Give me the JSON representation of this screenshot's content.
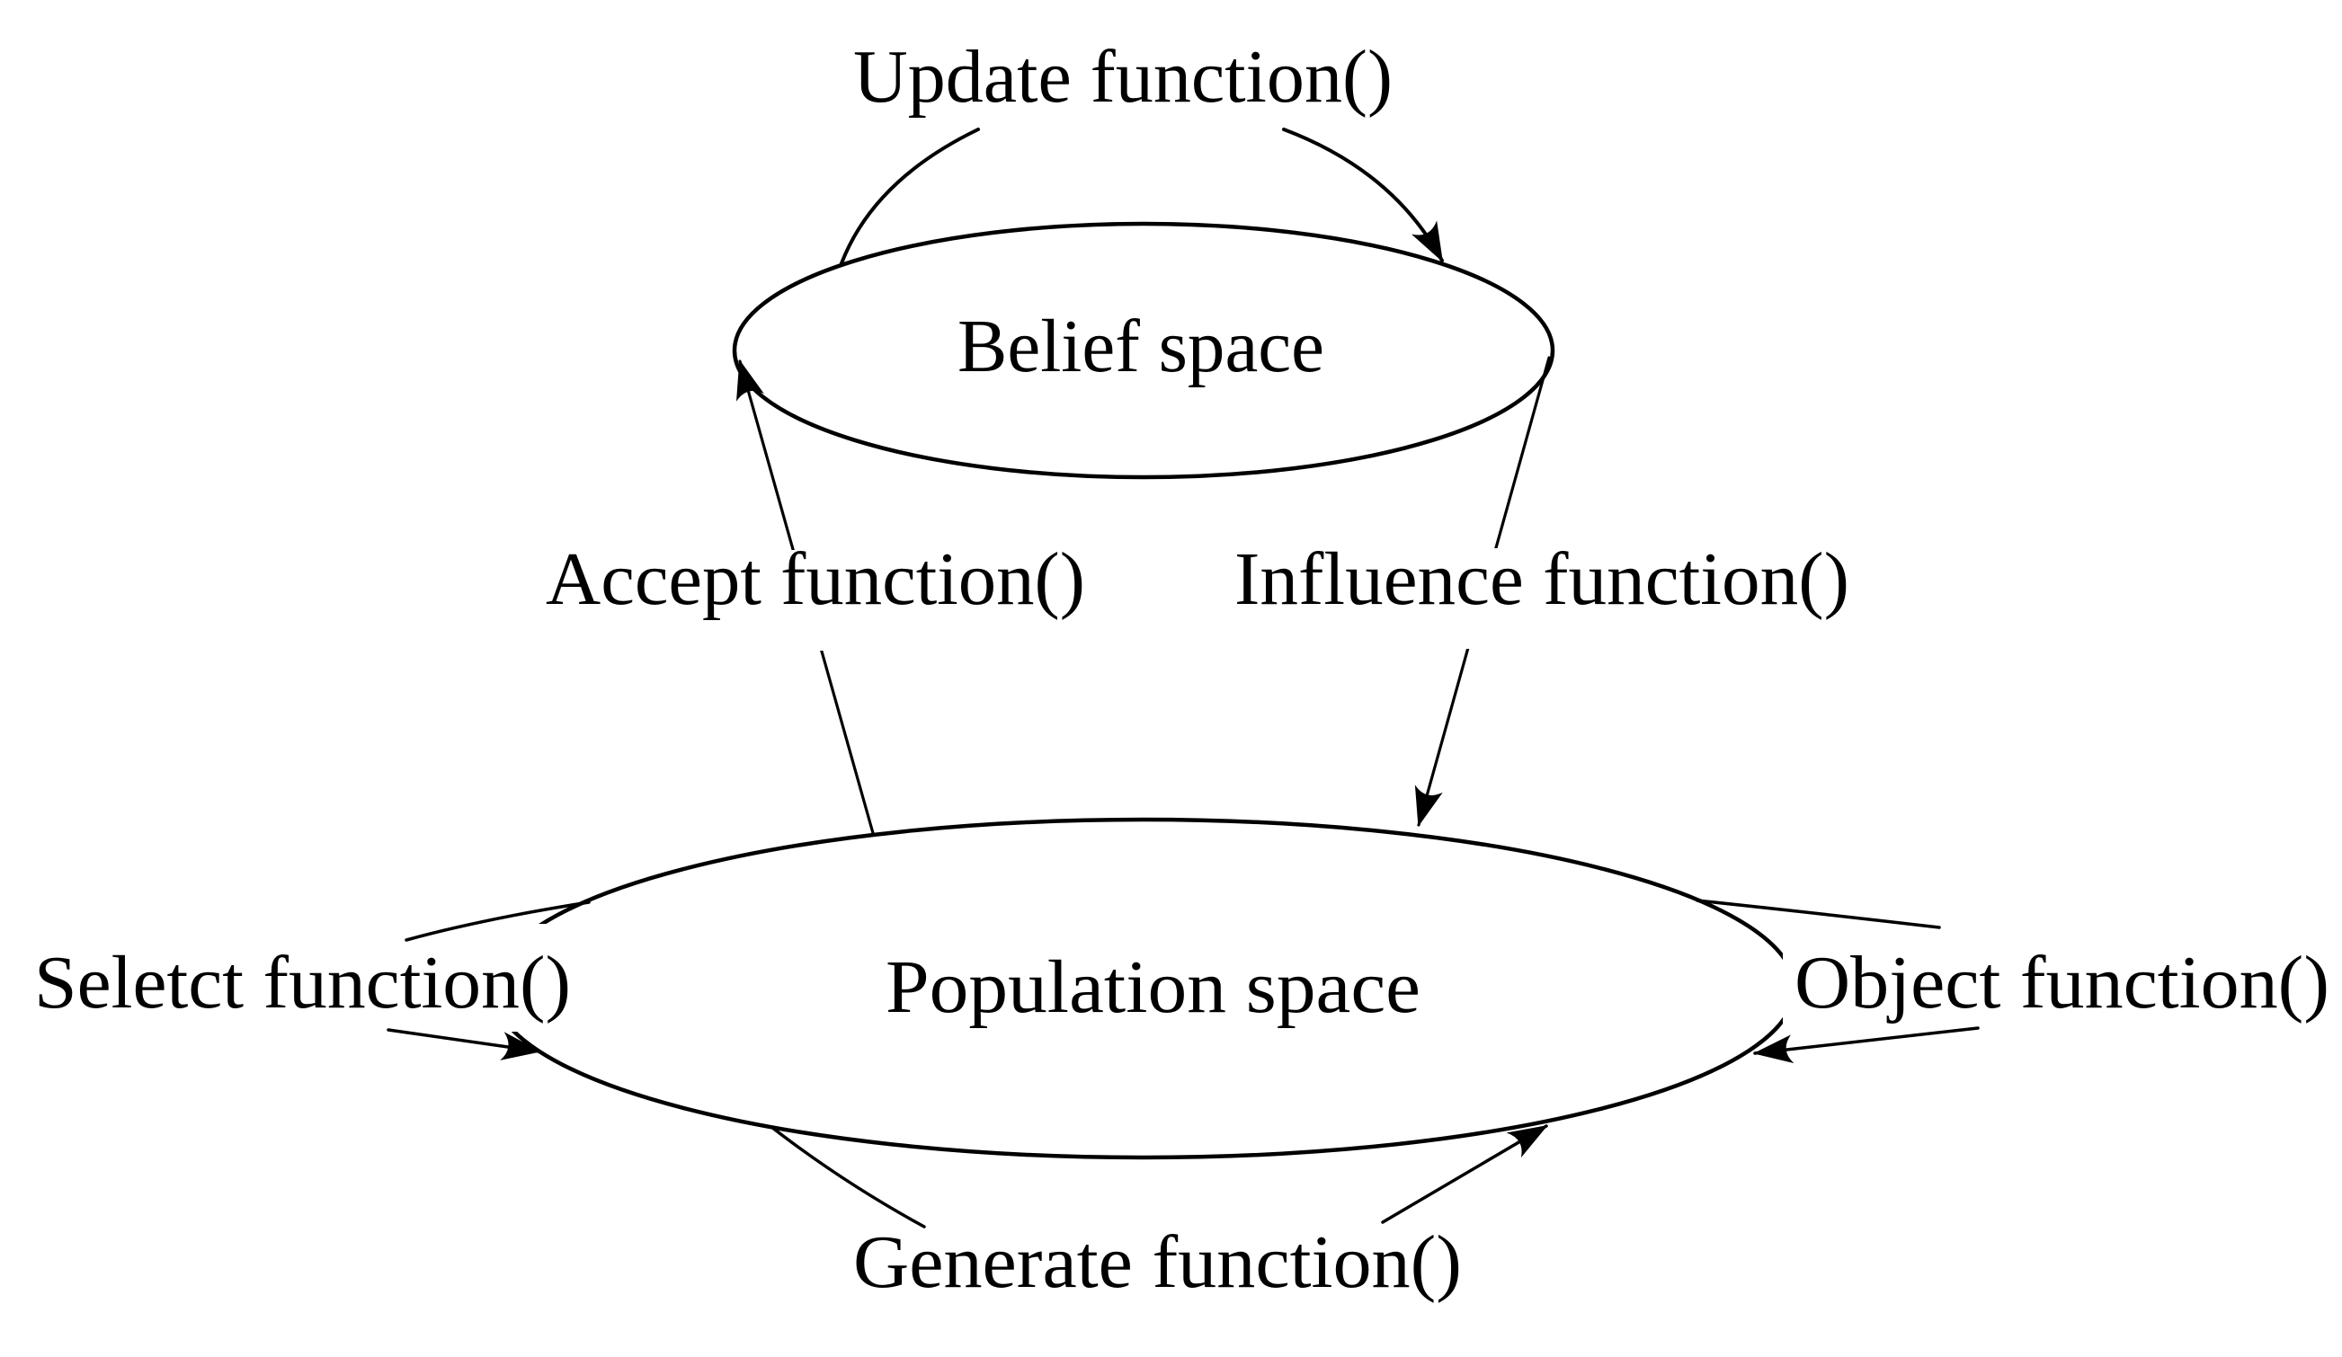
{
  "figure": {
    "background": "#ffffff",
    "ink": "#000000",
    "nodes": {
      "belief": {
        "label": "Belief space"
      },
      "population": {
        "label": "Population space"
      }
    },
    "functions": {
      "update": {
        "label": "Update function()"
      },
      "accept": {
        "label": "Accept function()"
      },
      "influence": {
        "label": "Influence function()"
      },
      "select": {
        "label": "Seletct function()"
      },
      "object": {
        "label": "Object function()"
      },
      "generate": {
        "label": "Generate function()"
      }
    }
  }
}
